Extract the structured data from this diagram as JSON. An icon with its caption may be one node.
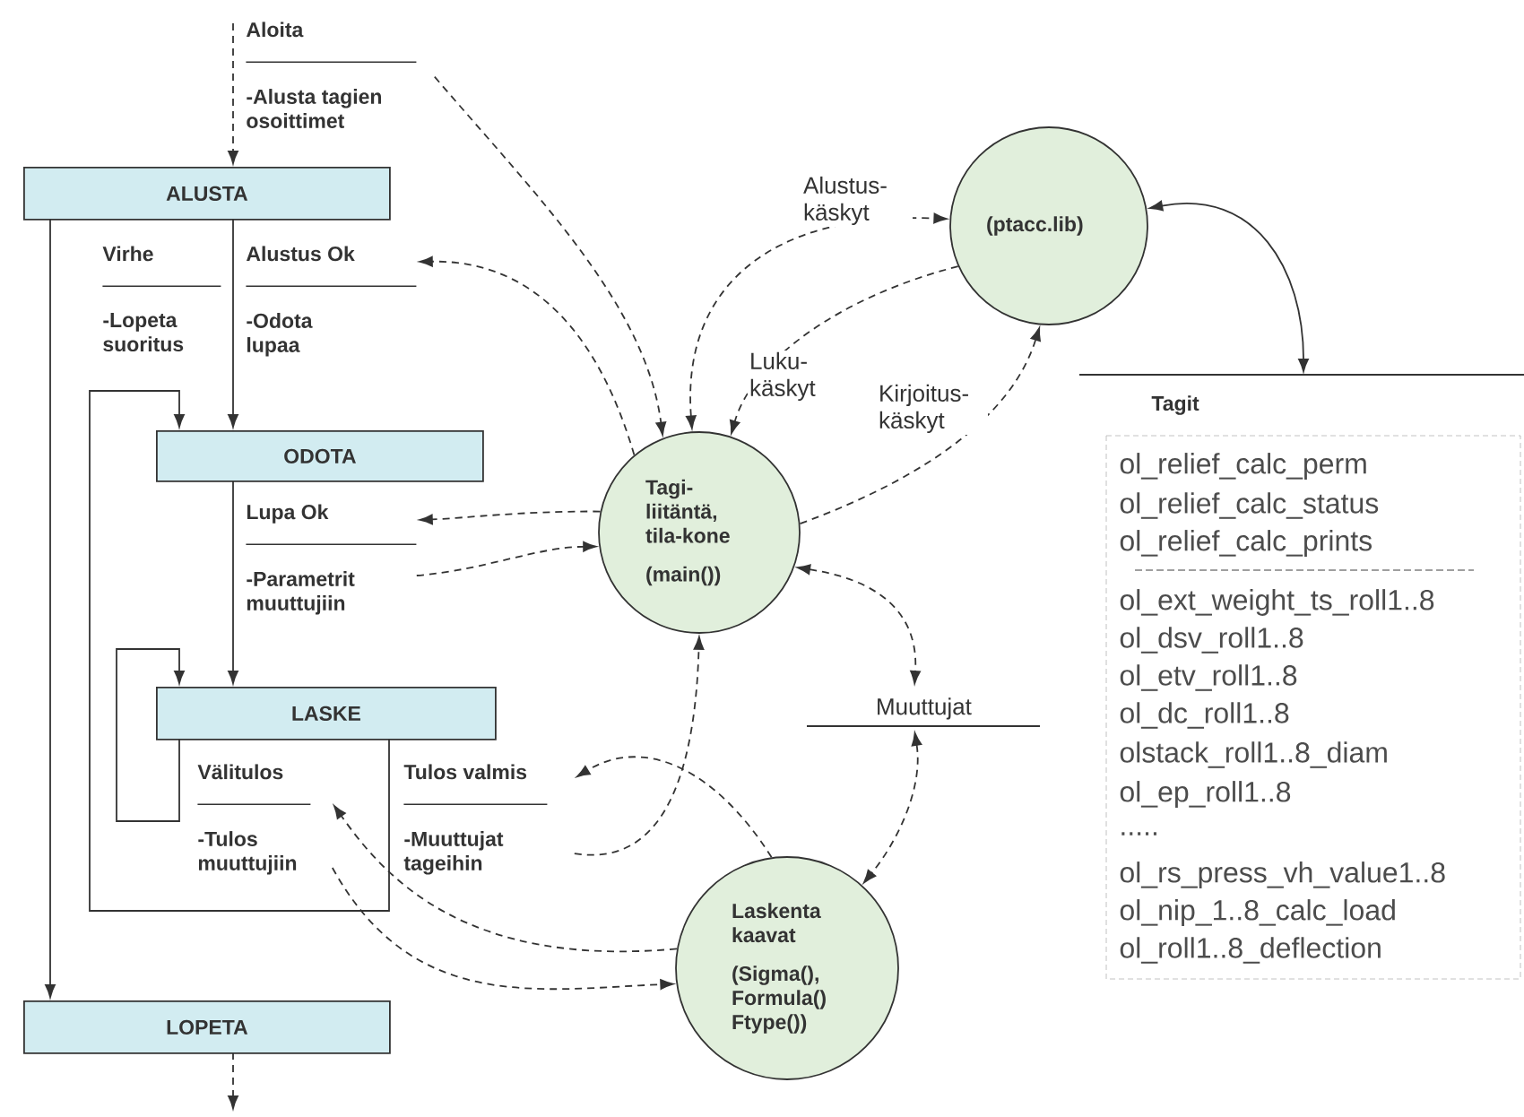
{
  "diagram": {
    "nodes": [
      {
        "text": [
          "ALUSTA"
        ]
      },
      {
        "text": [
          "ODOTA"
        ]
      },
      {
        "text": [
          "LASKE"
        ]
      },
      {
        "text": [
          "LOPETA"
        ]
      },
      {
        "text": [
          "Aloita",
          "-Alusta tagien osoittimet"
        ]
      },
      {
        "text": [
          "Virhe",
          "-Lopeta suoritus"
        ]
      },
      {
        "text": [
          "Alustus Ok",
          "-Odota lupaa"
        ]
      },
      {
        "text": [
          "Lupa Ok",
          "-Parametrit muuttujiin"
        ]
      },
      {
        "text": [
          "Välitulos",
          "-Tulos muuttujiin"
        ]
      },
      {
        "text": [
          "Tulos valmis",
          "-Muuttujat tageihin"
        ]
      },
      {
        "text": [
          "Tagi- liitäntä, tila-kone",
          "(main())"
        ]
      },
      {
        "text": [
          "(ptacc.lib)"
        ]
      },
      {
        "text": [
          "Laskenta kaavat",
          "(Sigma(), Formula() Ftype())"
        ]
      },
      {
        "text": [
          "Muuttujat"
        ]
      },
      {
        "text": [
          "Tagit",
          "ol_relief_calc_perm",
          "ol_relief_calc_status",
          "ol_relief_calc_prints",
          "ol_ext_weight_ts_roll1..8",
          "ol_dsv_roll1..8",
          "ol_etv_roll1..8",
          "ol_dc_roll1..8",
          "olstack_roll1..8_diam",
          "ol_ep_roll1..8",
          ".....",
          "ol_rs_press_vh_value1..8",
          "ol_nip_1..8_calc_load",
          "ol_roll1..8_deflection"
        ]
      }
    ],
    "edges": [
      {
        "from": 4,
        "to": 0,
        "arrow": "to",
        "style": "dashed"
      },
      {
        "from": 0,
        "to": 1,
        "arrow": "to"
      },
      {
        "from": 0,
        "to": 3,
        "arrow": "to"
      },
      {
        "from": 2,
        "to": 1,
        "arrow": "to"
      },
      {
        "from": 1,
        "to": 2,
        "arrow": "to"
      },
      {
        "from": 2,
        "to": 2,
        "arrow": "to"
      },
      {
        "from": 3,
        "to": null,
        "arrow": "to",
        "style": "dashed"
      },
      {
        "from": 4,
        "to": 10,
        "arrow": "to",
        "style": "dashed"
      },
      {
        "from": 10,
        "to": 6,
        "arrow": "to",
        "style": "dashed"
      },
      {
        "from": 10,
        "to": 7,
        "arrow": "to",
        "style": "dashed"
      },
      {
        "from": 7,
        "to": 10,
        "arrow": "to",
        "style": "dashed"
      },
      {
        "from": 10,
        "to": 11,
        "arrow": "both",
        "label": "Alustus- käskyt",
        "style": "dashed"
      },
      {
        "from": 11,
        "to": 10,
        "arrow": "to",
        "label": "Luku- käskyt",
        "style": "dashed"
      },
      {
        "from": 10,
        "to": 11,
        "arrow": "to",
        "label": "Kirjoitus- käskyt",
        "style": "dashed"
      },
      {
        "from": 11,
        "to": 14,
        "arrow": "both"
      },
      {
        "from": 10,
        "to": 13,
        "arrow": "both",
        "style": "dashed"
      },
      {
        "from": 13,
        "to": 12,
        "arrow": "both",
        "style": "dashed"
      },
      {
        "from": 12,
        "to": 9,
        "arrow": "to",
        "style": "dashed"
      },
      {
        "from": 9,
        "to": 10,
        "arrow": "to",
        "style": "dashed"
      },
      {
        "from": 12,
        "to": 8,
        "arrow": "to",
        "style": "dashed"
      },
      {
        "from": 8,
        "to": 12,
        "arrow": "to",
        "style": "dashed"
      }
    ]
  }
}
